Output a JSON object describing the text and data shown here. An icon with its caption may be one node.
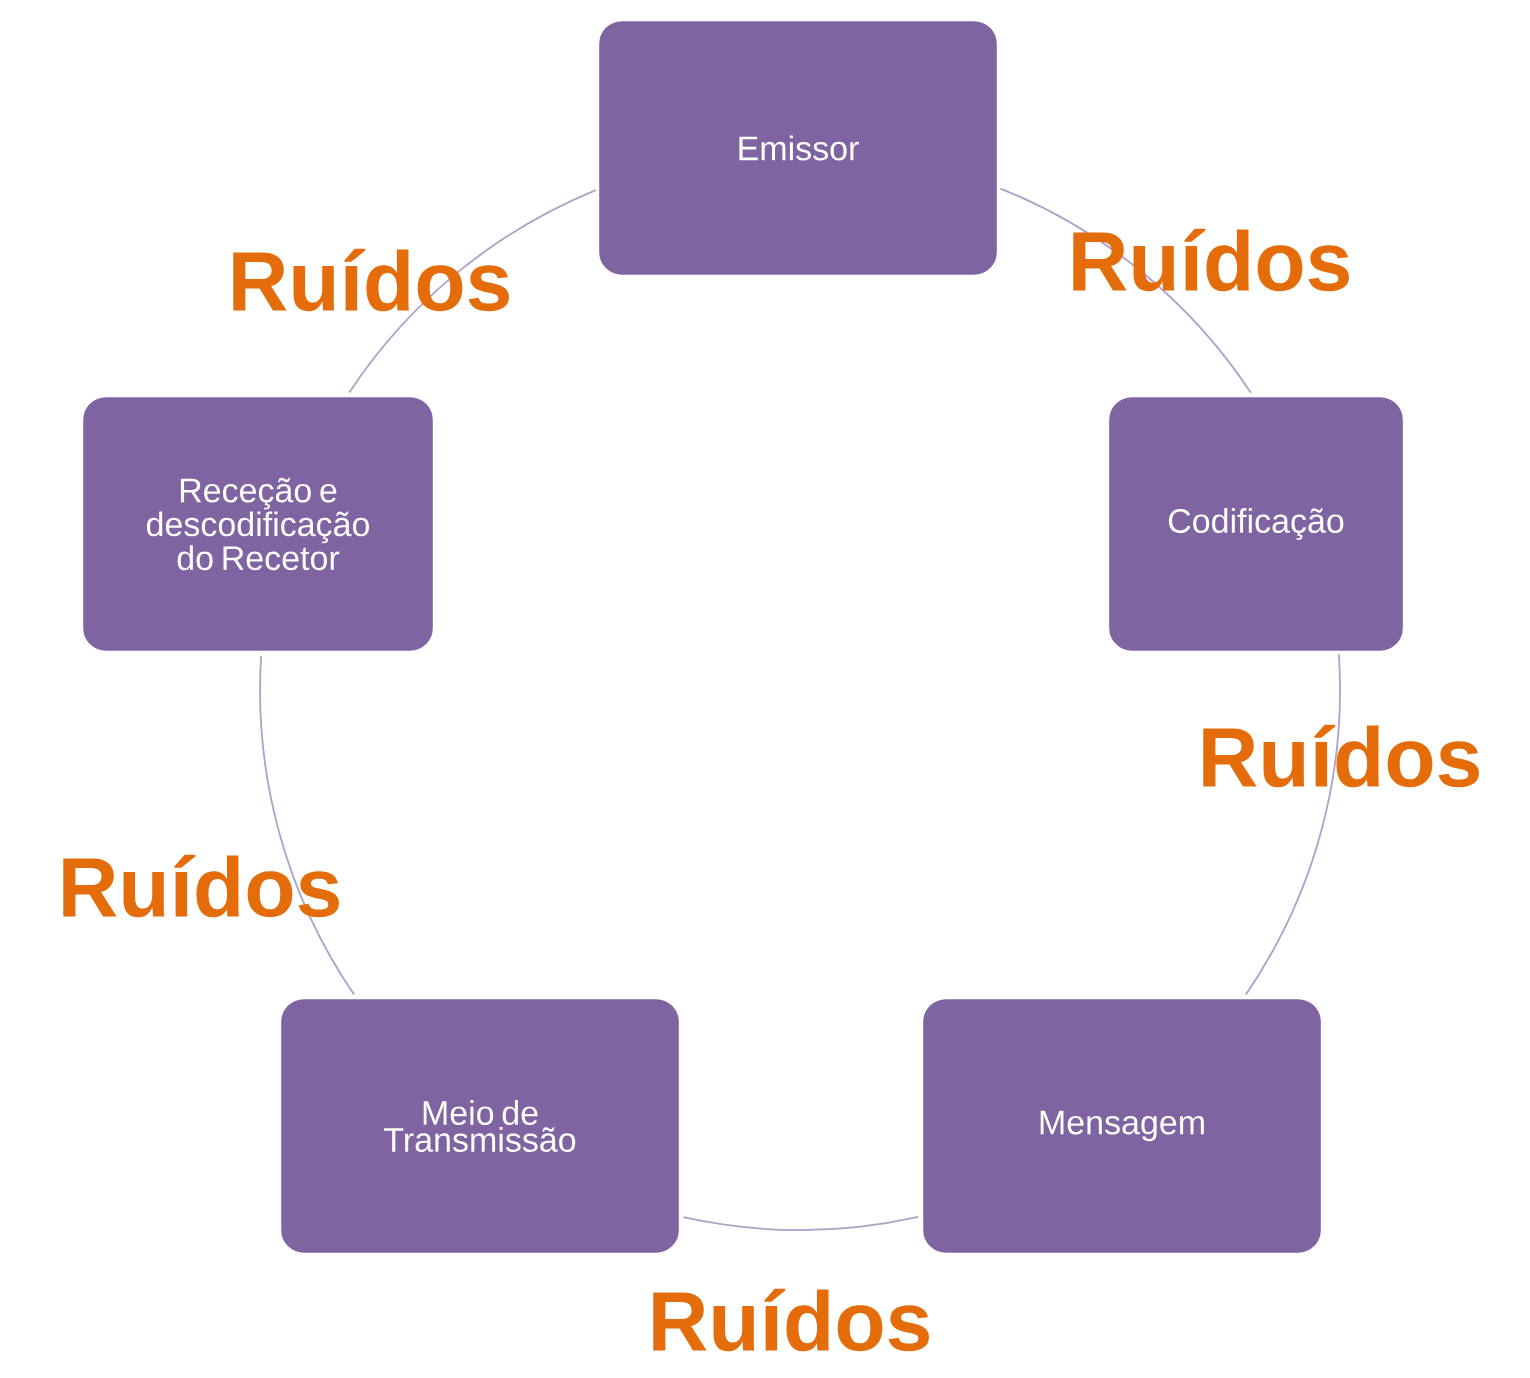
{
  "diagram": {
    "nodes": [
      {
        "text": [
          "Emissor"
        ]
      },
      {
        "text": [
          "Codificação"
        ]
      },
      {
        "text": [
          "Mensagem"
        ]
      },
      {
        "text": [
          "Meio de Transmissão"
        ]
      },
      {
        "text": [
          "Receção e descodificação do Recetor"
        ]
      }
    ],
    "edges": [
      {
        "from": 0,
        "to": 1,
        "arrow": "none",
        "label": "Ruídos"
      },
      {
        "from": 1,
        "to": 2,
        "arrow": "none",
        "label": "Ruídos"
      },
      {
        "from": 2,
        "to": 3,
        "arrow": "none",
        "label": "Ruídos"
      },
      {
        "from": 3,
        "to": 4,
        "arrow": "none",
        "label": "Ruídos"
      },
      {
        "from": 4,
        "to": 0,
        "arrow": "none",
        "label": "Ruídos"
      }
    ]
  }
}
